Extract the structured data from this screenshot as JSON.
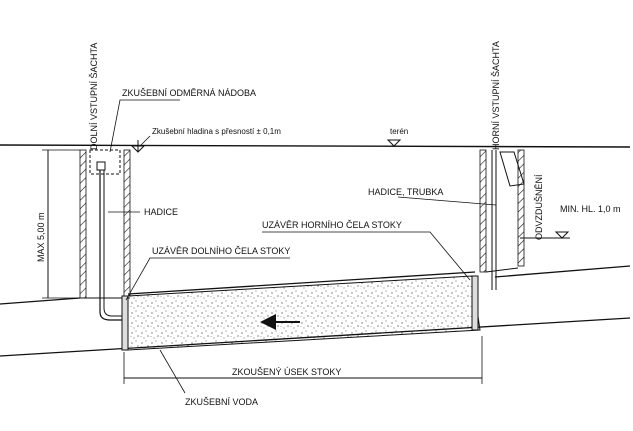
{
  "labels": {
    "lower_shaft": "DOLNÍ VSTUPNÍ ŠACHTA",
    "upper_shaft": "HORNÍ VSTUPNÍ ŠACHTA",
    "test_vessel": "ZKUŠEBNÍ ODMĚRNÁ NÁDOBA",
    "test_level": "Zkušební hladina s přesností ± 0,1m",
    "terrain": "terén",
    "hose": "HADICE",
    "hose_tube": "HADICE, TRUBKA",
    "venting": "ODVZDUŠNĚNÍ",
    "min_level": "MIN. HL. 1,0 m",
    "max_height": "MAX 5,00 m",
    "upper_end_closure": "UZÁVĚR HORNÍHO ČELA STOKY",
    "lower_end_closure": "UZÁVĚR DOLNÍHO ČELA STOKY",
    "tested_section": "ZKOUŠENÝ ÚSEK STOKY",
    "test_water": "ZKUŠEBNÍ VODA"
  },
  "colors": {
    "line": "#111111",
    "background": "#ffffff"
  }
}
